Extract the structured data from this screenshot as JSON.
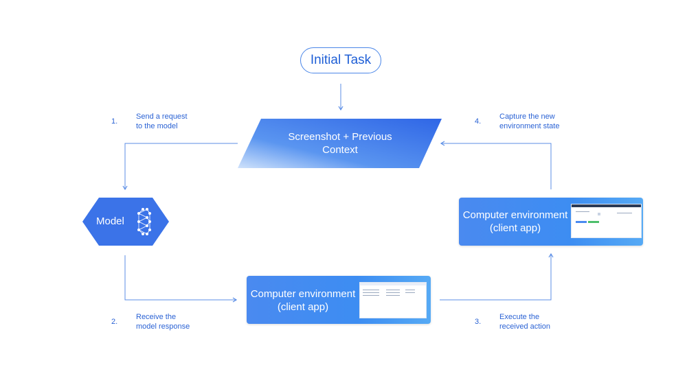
{
  "initial_task": "Initial Task",
  "context_node": {
    "line1": "Screenshot + Previous",
    "line2": "Context"
  },
  "model_node": {
    "label": "Model",
    "icon": "neural-network-icon"
  },
  "env_bottom": {
    "line1": "Computer environment",
    "line2": "(client app)"
  },
  "env_right": {
    "line1": "Computer environment",
    "line2": "(client app)"
  },
  "steps": [
    {
      "num": "1.",
      "line1": "Send a request",
      "line2": "to the model"
    },
    {
      "num": "2.",
      "line1": "Receive the",
      "line2": "model response"
    },
    {
      "num": "3.",
      "line1": "Execute the",
      "line2": "received action"
    },
    {
      "num": "4.",
      "line1": "Capture the new",
      "line2": "environment state"
    }
  ],
  "colors": {
    "accent": "#2a62d4",
    "node_blue": "#3b73e8",
    "line": "#5b8ee6"
  }
}
